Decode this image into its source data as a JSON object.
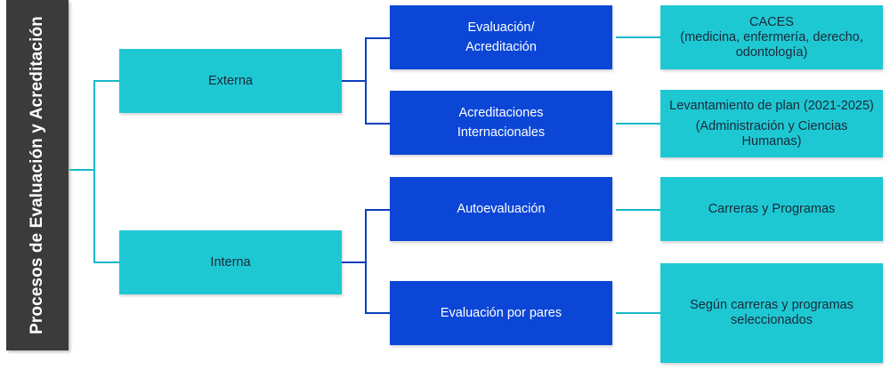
{
  "root": {
    "label": "Procesos de Evaluación y Acreditación"
  },
  "level1": {
    "externa": "Externa",
    "interna": "Interna"
  },
  "level2": {
    "evaluacion_acreditacion": {
      "line1": "Evaluación/",
      "line2": "Acreditación"
    },
    "acreditaciones_internacionales": {
      "line1": "Acreditaciones",
      "line2": "Internacionales"
    },
    "autoevaluacion": "Autoevaluación",
    "evaluacion_pares": "Evaluación por pares"
  },
  "level3": {
    "caces": {
      "title": "CACES",
      "detail": "(medicina, enfermería, derecho, odontología)"
    },
    "levantamiento": {
      "title": "Levantamiento de plan (2021-2025)",
      "detail": "(Administración y Ciencias Humanas)"
    },
    "carreras": "Carreras y Programas",
    "segun_carreras": "Según carreras y programas seleccionados"
  },
  "colors": {
    "root": "#3b3b3b",
    "cyan": "#1ec8d3",
    "blue": "#0b46d6"
  }
}
